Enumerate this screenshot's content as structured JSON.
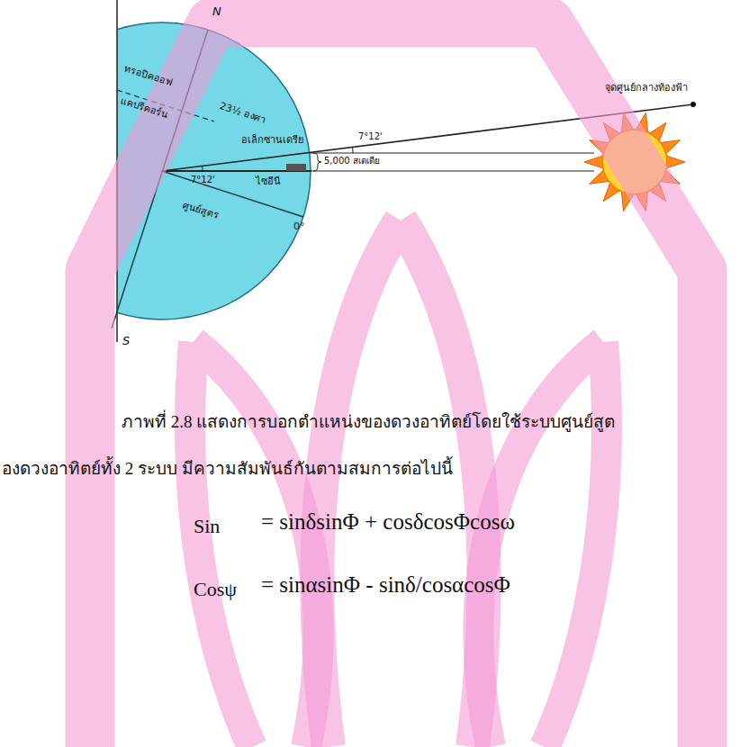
{
  "diagram": {
    "caption": "ภาพที่ 2.8 แสดงการบอกตำแหน่งของดวงอาทิตย์โดยใช้ระบบศูนย์สูต",
    "labels": [
      "N",
      "S",
      "ทรอปิคออฟ",
      "แคปริคอร์น",
      "23½ องศา",
      "อเล็กซานเดรีย",
      "7°12'",
      "7°12'",
      "5,000 สเตเดีย",
      "ไซอีนี",
      "ศูนย์สูตร",
      "0°",
      "จุดศูนย์กลางท้องฟ้า",
      "องดวงอาทิตย์ทั้ง 2 ระบบ มีความสัมพันธ์กันตามสมการต่อไปนี้",
      "Sin",
      "= sinδsinΦ + cosδcosΦcosω",
      "Cosψ",
      "= sinαsinΦ - sinδ/cosαcosΦ"
    ]
  }
}
